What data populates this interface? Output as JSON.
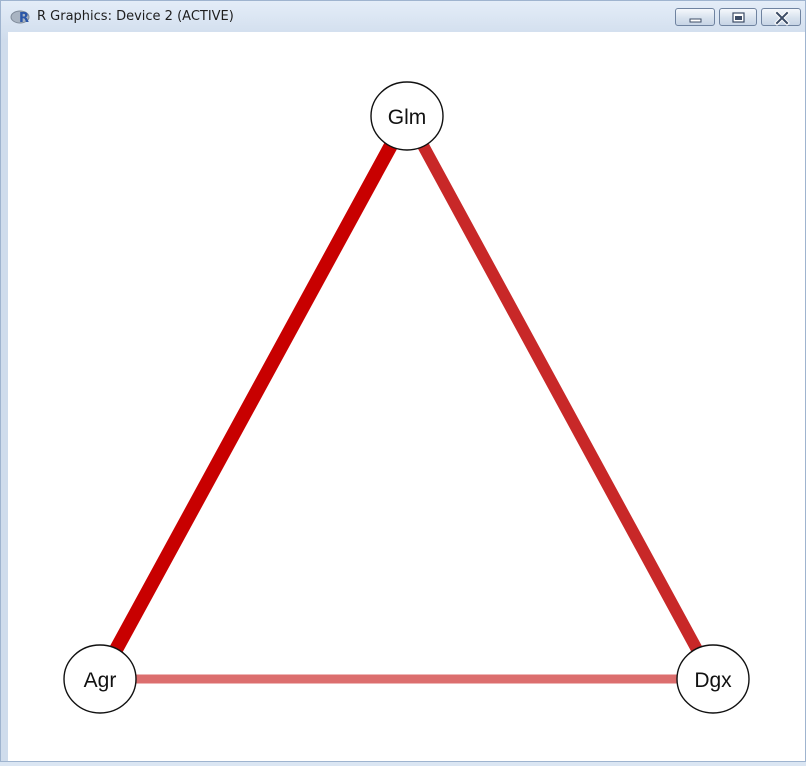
{
  "window": {
    "title": "R Graphics: Device 2 (ACTIVE)",
    "app_icon": "r-logo-icon",
    "controls": [
      "minimize-icon",
      "restore-icon",
      "close-icon"
    ]
  },
  "graph": {
    "nodes": [
      {
        "id": "glm",
        "label": "Glm"
      },
      {
        "id": "agr",
        "label": "Agr"
      },
      {
        "id": "dgx",
        "label": "Dgx"
      }
    ],
    "edges": [
      {
        "from": "agr",
        "to": "glm",
        "color": "#c80000"
      },
      {
        "from": "glm",
        "to": "dgx",
        "color": "#c82828"
      },
      {
        "from": "agr",
        "to": "dgx",
        "color": "#dc6e6e"
      }
    ]
  }
}
